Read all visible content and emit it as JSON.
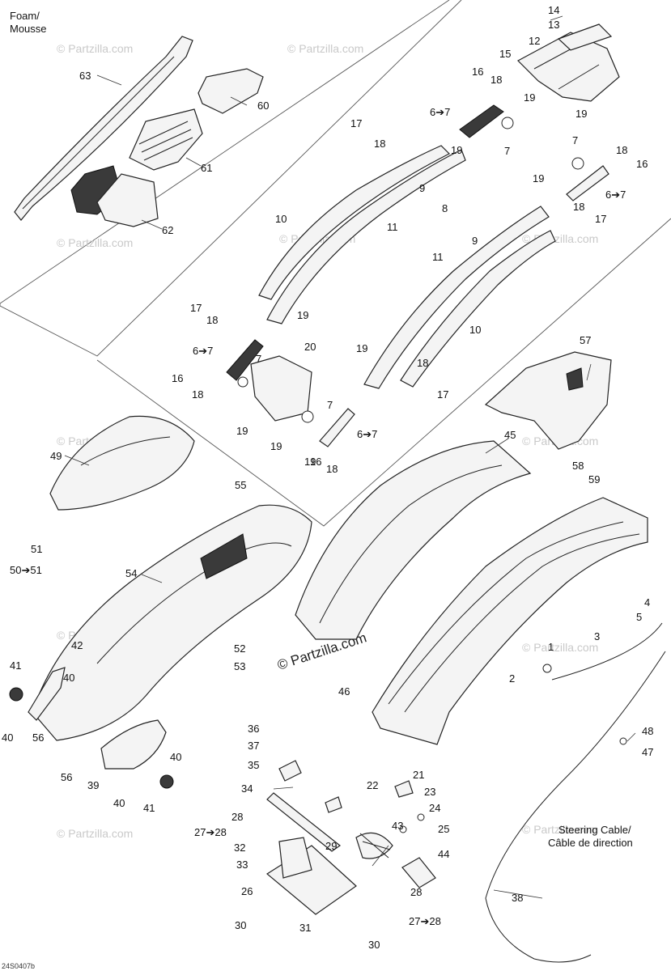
{
  "header": {
    "line1": "Foam/",
    "line2": "Mousse"
  },
  "watermark": {
    "text": "© Partzilla.com",
    "center_text": "© Partzilla.com"
  },
  "diagram_code": "24S0407b",
  "steering_cable": {
    "line1": "Steering Cable/",
    "line2": "Câble de direction"
  },
  "callouts": [
    "14",
    "13",
    "12",
    "15",
    "16",
    "18",
    "6➔7",
    "19",
    "7",
    "19",
    "17",
    "18",
    "19",
    "7",
    "18",
    "16",
    "6➔7",
    "9",
    "8",
    "9",
    "19",
    "18",
    "17",
    "10",
    "11",
    "11",
    "10",
    "17",
    "18",
    "19",
    "6➔7",
    "16",
    "18",
    "7",
    "20",
    "19",
    "7",
    "19",
    "19",
    "6➔7",
    "18",
    "16",
    "19",
    "18",
    "17",
    "63",
    "60",
    "61",
    "62",
    "57",
    "58",
    "59",
    "49",
    "55",
    "51",
    "50➔51",
    "54",
    "45",
    "52",
    "53",
    "42",
    "41",
    "40",
    "40",
    "56",
    "56",
    "39",
    "40",
    "40",
    "41",
    "46",
    "1",
    "2",
    "3",
    "4",
    "5",
    "36",
    "37",
    "35",
    "34",
    "28",
    "27➔28",
    "32",
    "33",
    "26",
    "29",
    "21",
    "22",
    "23",
    "24",
    "25",
    "43",
    "44",
    "28",
    "27➔28",
    "30",
    "31",
    "30",
    "48",
    "47",
    "38"
  ]
}
